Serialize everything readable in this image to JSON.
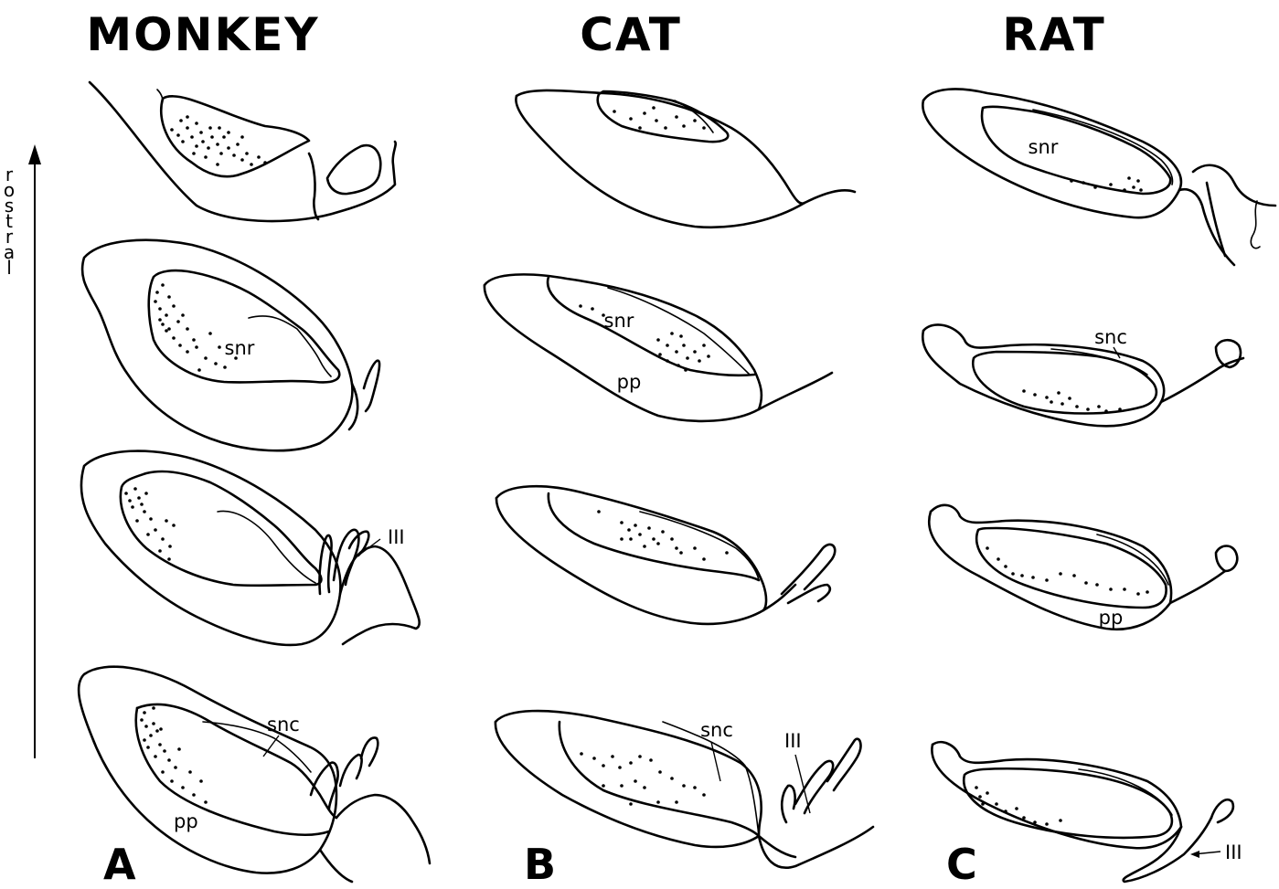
{
  "columns": [
    {
      "heading": "MONKEY",
      "panel_letter": "A"
    },
    {
      "heading": "CAT",
      "panel_letter": "B"
    },
    {
      "heading": "RAT",
      "panel_letter": "C"
    }
  ],
  "axis": {
    "label": "rostral",
    "direction": "up"
  },
  "labels": {
    "monkey_snr": "snr",
    "monkey_III": "III",
    "monkey_snc": "snc",
    "monkey_pp": "pp",
    "cat_snr": "snr",
    "cat_pp": "pp",
    "cat_snc": "snc",
    "cat_III": "III",
    "rat_snr": "snr",
    "rat_snc": "snc",
    "rat_pp": "pp",
    "rat_III": "III"
  }
}
